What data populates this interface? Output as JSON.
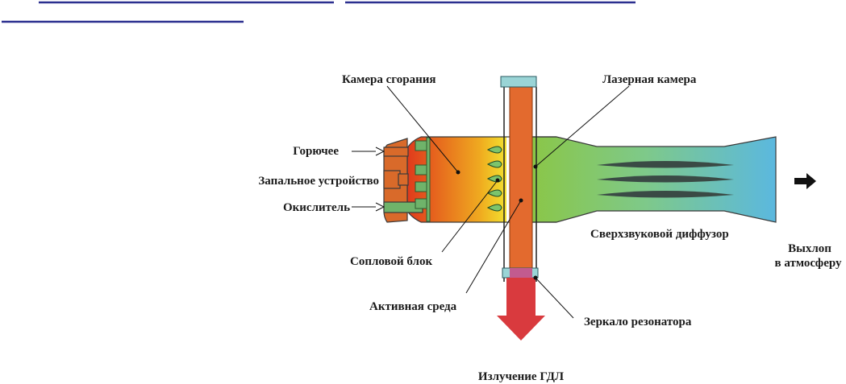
{
  "colors": {
    "header_rule": "#2b2f8f",
    "combustion_start": "#e03a1c",
    "combustion_end": "#f0b020",
    "nozzle_zone": "#f2e030",
    "laser_zone": "#8cc63f",
    "diffuser_mid": "#7ec98a",
    "diffuser_end": "#5bb8df",
    "active_medium": "#e36a2e",
    "mirror": "#9ad4d6",
    "output_mirror": "#c25b8e",
    "beam": "#d93a3e",
    "fuel_pipe": "#d96a2a",
    "oxidizer_pipe": "#6fb36a",
    "nozzle_blade": "#7cc46c"
  },
  "labels": {
    "combustion_chamber": "Камера сгорания",
    "laser_chamber": "Лазерная камера",
    "fuel": "Горючее",
    "igniter": "Запальное устройство",
    "oxidizer": "Окислитель",
    "nozzle_block": "Сопловой блок",
    "supersonic_diffuser": "Сверхзвуковой диффузор",
    "exhaust_line1": "Выхлоп",
    "exhaust_line2": "в атмосферу",
    "active_medium": "Активная среда",
    "resonator_mirror": "Зеркало резонатора",
    "gdl_radiation": "Излучение ГДЛ"
  },
  "icons": {
    "exhaust_arrow": "right-arrow-icon",
    "beam_arrow": "down-arrow-icon"
  }
}
